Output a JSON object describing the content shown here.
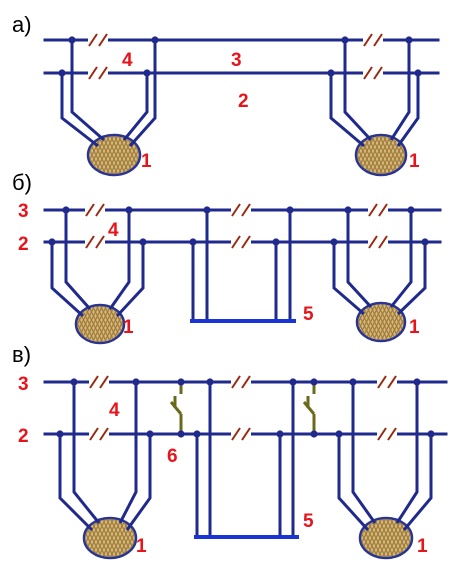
{
  "colors": {
    "wire": "#1f2a8c",
    "bar": "#1a35d6",
    "label": "#e8141c",
    "break": "#9a2a12",
    "switch": "#6b6a1a",
    "coil_fill": "#d6b77a",
    "coil_stroke": "#2b3590"
  },
  "diagram": {
    "panels": [
      {
        "section_label": "а)",
        "labels": {
          "rail_top": "3",
          "rail_bottom": "2",
          "breaker": "4",
          "coil_left": "1",
          "coil_right": "1"
        }
      },
      {
        "section_label": "б)",
        "labels": {
          "rail_top": "3",
          "rail_bottom": "2",
          "breaker": "4",
          "bar": "5",
          "coil_left": "1",
          "coil_right": "1"
        }
      },
      {
        "section_label": "в)",
        "labels": {
          "rail_top": "3",
          "rail_bottom": "2",
          "breaker": "4",
          "bar": "5",
          "switch": "6",
          "coil_left": "1",
          "coil_right": "1"
        }
      }
    ]
  }
}
